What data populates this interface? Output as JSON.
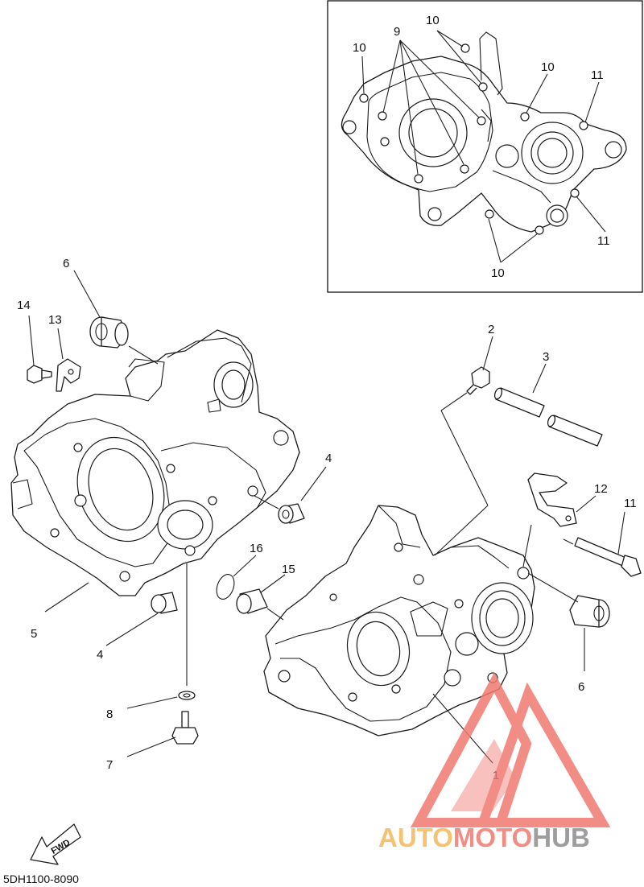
{
  "inset": {
    "callouts": [
      "10",
      "9",
      "10",
      "10",
      "11",
      "11",
      "10"
    ]
  },
  "callouts": {
    "c1": "1",
    "c2": "2",
    "c3": "3",
    "c4a": "4",
    "c4b": "4",
    "c5": "5",
    "c6a": "6",
    "c6b": "6",
    "c7": "7",
    "c8": "8",
    "c11": "11",
    "c12": "12",
    "c13": "13",
    "c14": "14",
    "c15": "15",
    "c16": "16"
  },
  "fwd_label": "FWD",
  "drawing_code": "5DH1100-8090",
  "watermark": {
    "part1": "AUTO",
    "part2": "MOTO",
    "part3": "HUB",
    "colors": {
      "auto": "#f3b85a",
      "moto": "#f07a72",
      "hub": "#8c8c8c",
      "logo": "#f07a72"
    }
  }
}
